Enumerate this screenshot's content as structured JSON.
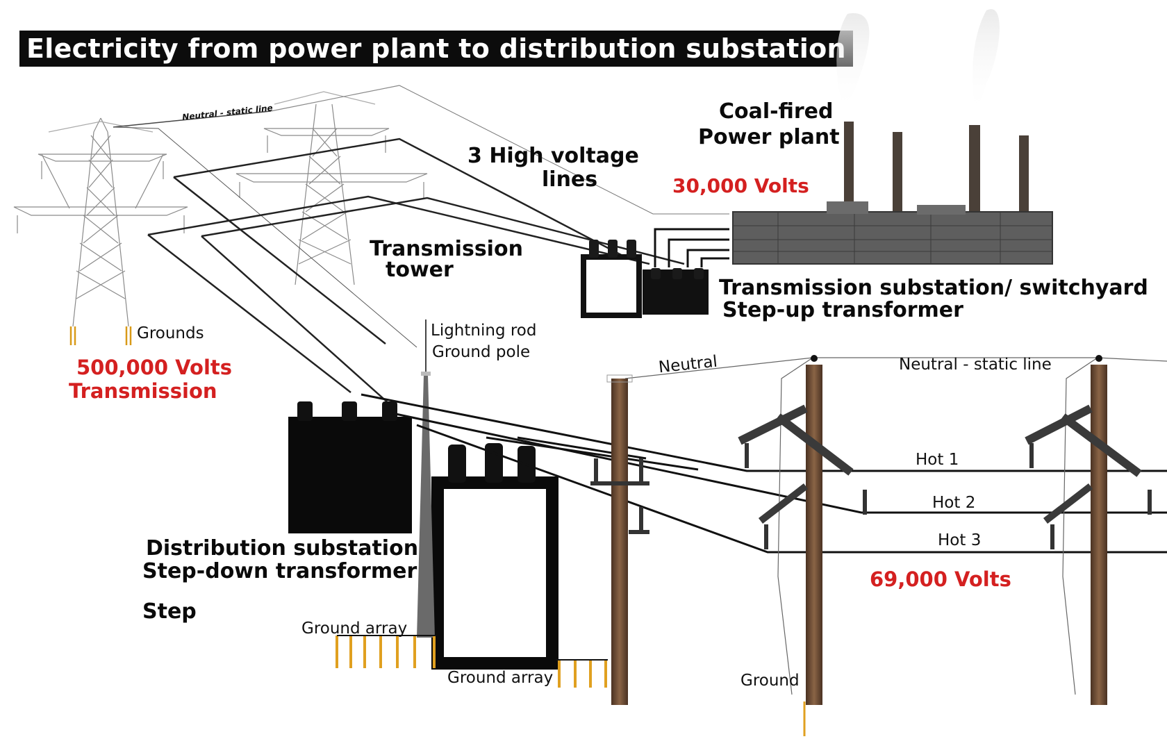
{
  "title": "Electricity from power plant to distribution substation",
  "labels": {
    "neutral_static_top": "Neutral - static line",
    "high_voltage_line1": "3 High voltage",
    "high_voltage_line2": "lines",
    "coal_line1": "Coal-fired",
    "coal_line2": "Power plant",
    "volts_30k": "30,000 Volts",
    "transmission_tower_line1": "Transmission",
    "transmission_tower_line2": "tower",
    "trans_substation_line1": "Transmission substation/ switchyard",
    "trans_substation_line2": "Step-up transformer",
    "grounds": "Grounds",
    "volts_500k_line1": "500,000 Volts",
    "volts_500k_line2": "Transmission",
    "lightning_line1": "Lightning rod",
    "lightning_line2": "Ground pole",
    "neutral": "Neutral",
    "neutral_static_right": "Neutral - static line",
    "hot1": "Hot 1",
    "hot2": "Hot 2",
    "hot3": "Hot 3",
    "volts_69k": "69,000 Volts",
    "dist_substation_line1": "Distribution substation",
    "dist_substation_line2": "Step-down transformer",
    "step_fragment": "Step",
    "ground_array_left": "Ground array",
    "ground_array_mid": "Ground array",
    "ground_right": "Ground"
  },
  "colors": {
    "title_bg": "#0c0c0c",
    "title_text": "#ffffff",
    "voltage_red": "#d42020",
    "pole_brown": "#6b4a32",
    "ground_rod_orange": "#e0a020"
  }
}
